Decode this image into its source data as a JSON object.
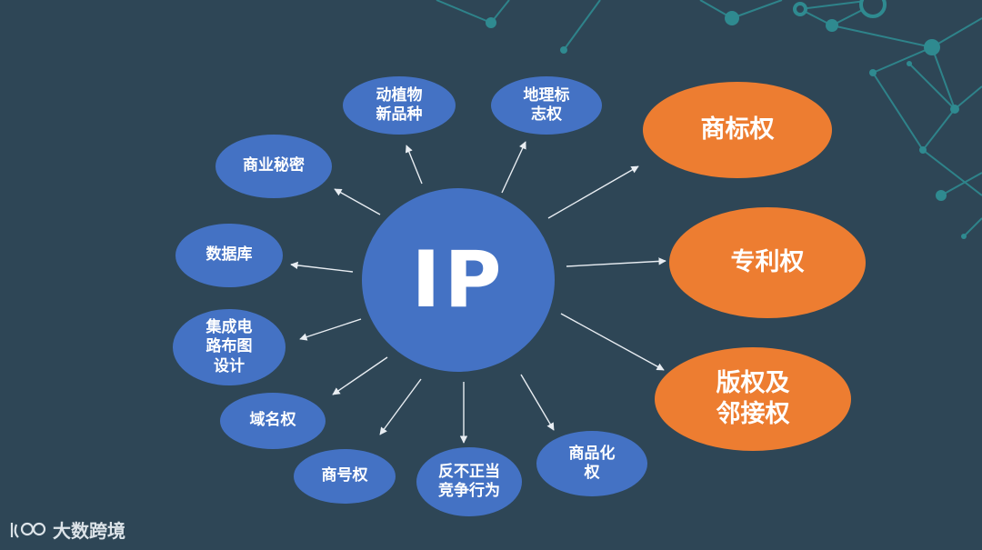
{
  "center": {
    "label": "IP"
  },
  "nodes": [
    {
      "id": "plant-variety",
      "label": "动植物\n新品种",
      "color": "blue"
    },
    {
      "id": "geo-indication",
      "label": "地理标\n志权",
      "color": "blue"
    },
    {
      "id": "trade-secret",
      "label": "商业秘密",
      "color": "blue"
    },
    {
      "id": "database",
      "label": "数据库",
      "color": "blue"
    },
    {
      "id": "ic-layout",
      "label": "集成电\n路布图\n设计",
      "color": "blue"
    },
    {
      "id": "domain-name",
      "label": "域名权",
      "color": "blue"
    },
    {
      "id": "trade-name",
      "label": "商号权",
      "color": "blue"
    },
    {
      "id": "unfair-competition",
      "label": "反不正当\n竞争行为",
      "color": "blue"
    },
    {
      "id": "merchandising",
      "label": "商品化\n权",
      "color": "blue"
    },
    {
      "id": "trademark",
      "label": "商标权",
      "color": "orange"
    },
    {
      "id": "patent",
      "label": "专利权",
      "color": "orange"
    },
    {
      "id": "copyright",
      "label": "版权及\n邻接权",
      "color": "orange"
    }
  ],
  "logo": {
    "text": "大数跨境"
  },
  "colors": {
    "background": "#2e4656",
    "blue": "#4472c4",
    "orange": "#ed7d31",
    "arrow": "#e8edf2",
    "network": "#2f8a90"
  }
}
